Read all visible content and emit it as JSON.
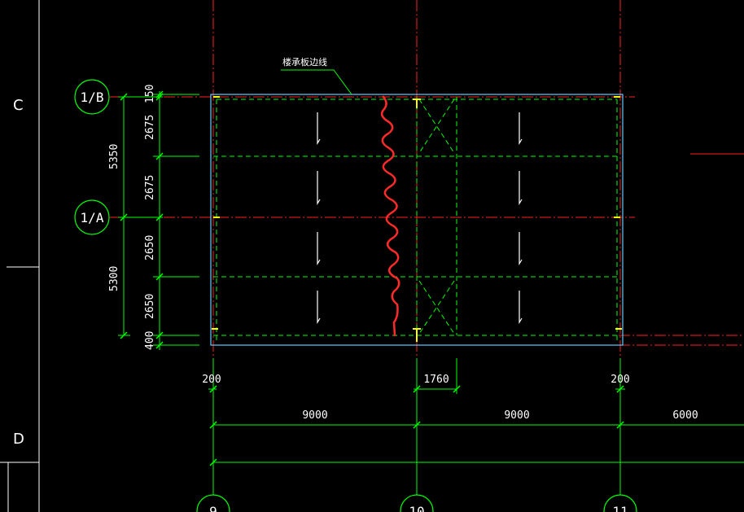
{
  "left_panel": {
    "row_labels": [
      "C",
      "D"
    ]
  },
  "annotation": {
    "label": "楼承板边线"
  },
  "axis_bubbles": {
    "top": "1/B",
    "middle": "1/A",
    "bottom": [
      "9",
      "10",
      "11"
    ]
  },
  "dims": {
    "left_inner": [
      "150",
      "2675",
      "2675",
      "2650",
      "2650",
      "400"
    ],
    "left_outer": [
      "5350",
      "5300"
    ],
    "bottom_small": [
      "200",
      "1760",
      "200"
    ],
    "bottom_bays": [
      "9000",
      "9000",
      "6000"
    ]
  },
  "colors": {
    "background": "#000000",
    "axis_red": "#ff2020",
    "dimension_green": "#00ff00",
    "slab_edge_cyan": "#66ccff",
    "break_line_red": "#ff2a2a",
    "marker_yellow": "#ffff00",
    "text": "#ffffff"
  }
}
